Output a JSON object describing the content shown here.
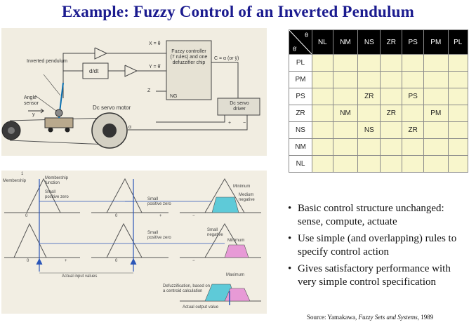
{
  "title": "Example: Fuzzy Control of an Inverted Pendulum",
  "schematic": {
    "pendulum_label": "Inverted pendulum",
    "angle_sensor_label": "Angle sensor",
    "servo_motor_label": "Dc servo motor",
    "y_label": "y",
    "ddt_label": "d/dt",
    "x_label": "X = θ",
    "ydot_label": "Y = θ̇",
    "z_label": "Z",
    "ng_label": "NG",
    "controller_label": "Fuzzy controller (7 rules) and one defuzzifier chip",
    "c_label": "C = α (or ÿ)",
    "driver_label": "Dc servo driver",
    "plus_label": "+",
    "minus_label": "−",
    "alpha_label": "α"
  },
  "rule_table": {
    "corner_top": "θ",
    "corner_bottom": "θ̇",
    "columns": [
      "NL",
      "NM",
      "NS",
      "ZR",
      "PS",
      "PM",
      "PL"
    ],
    "rows": [
      {
        "label": "PL",
        "cells": [
          "",
          "",
          "",
          "",
          "",
          "",
          ""
        ]
      },
      {
        "label": "PM",
        "cells": [
          "",
          "",
          "",
          "",
          "",
          "",
          ""
        ]
      },
      {
        "label": "PS",
        "cells": [
          "",
          "",
          "ZR",
          "",
          "PS",
          "",
          ""
        ]
      },
      {
        "label": "ZR",
        "cells": [
          "",
          "NM",
          "",
          "ZR",
          "",
          "PM",
          ""
        ]
      },
      {
        "label": "NS",
        "cells": [
          "",
          "",
          "NS",
          "",
          "ZR",
          "",
          ""
        ]
      },
      {
        "label": "NM",
        "cells": [
          "",
          "",
          "",
          "",
          "",
          "",
          ""
        ]
      },
      {
        "label": "NL",
        "cells": [
          "",
          "",
          "",
          "",
          "",
          "",
          ""
        ]
      }
    ]
  },
  "membership": {
    "membership_label": "Membership",
    "membership_fn_label": "Membership function",
    "small_positive_1": "Small positive zero",
    "small_positive_2": "Small positive zero",
    "small_positive_3": "Small positive zero",
    "minimum_1": "Minimum",
    "medium_negative": "Medium negative",
    "small_negative": "Small negative",
    "minimum_2": "Minimum",
    "maximum": "Maximum",
    "actual_input": "Actual input values",
    "defuzz": "Defuzzification, based on a centroid calculation",
    "actual_output": "Actual output value",
    "one_label": "1",
    "zero_label": "0",
    "axis_zero": "0",
    "axis_plus": "+",
    "axis_minus": "−"
  },
  "bullets": [
    "Basic control structure unchanged: sense, compute, actuate",
    "Use simple (and overlapping) rules to specify control action",
    "Gives satisfactory performance with very simple control specification"
  ],
  "bullet_symbol": "•",
  "source": {
    "prefix": "Source: Yamakawa, ",
    "book": "Fuzzy Sets and Systems",
    "suffix": ", 1989"
  },
  "colors": {
    "title": "#1b1b8f",
    "table_header": "#000000",
    "table_cell": "#f8f6cc",
    "cyan_fill": "#5ecad8",
    "magenta_fill": "#e79ad6",
    "blue_line": "#2b56b8"
  }
}
